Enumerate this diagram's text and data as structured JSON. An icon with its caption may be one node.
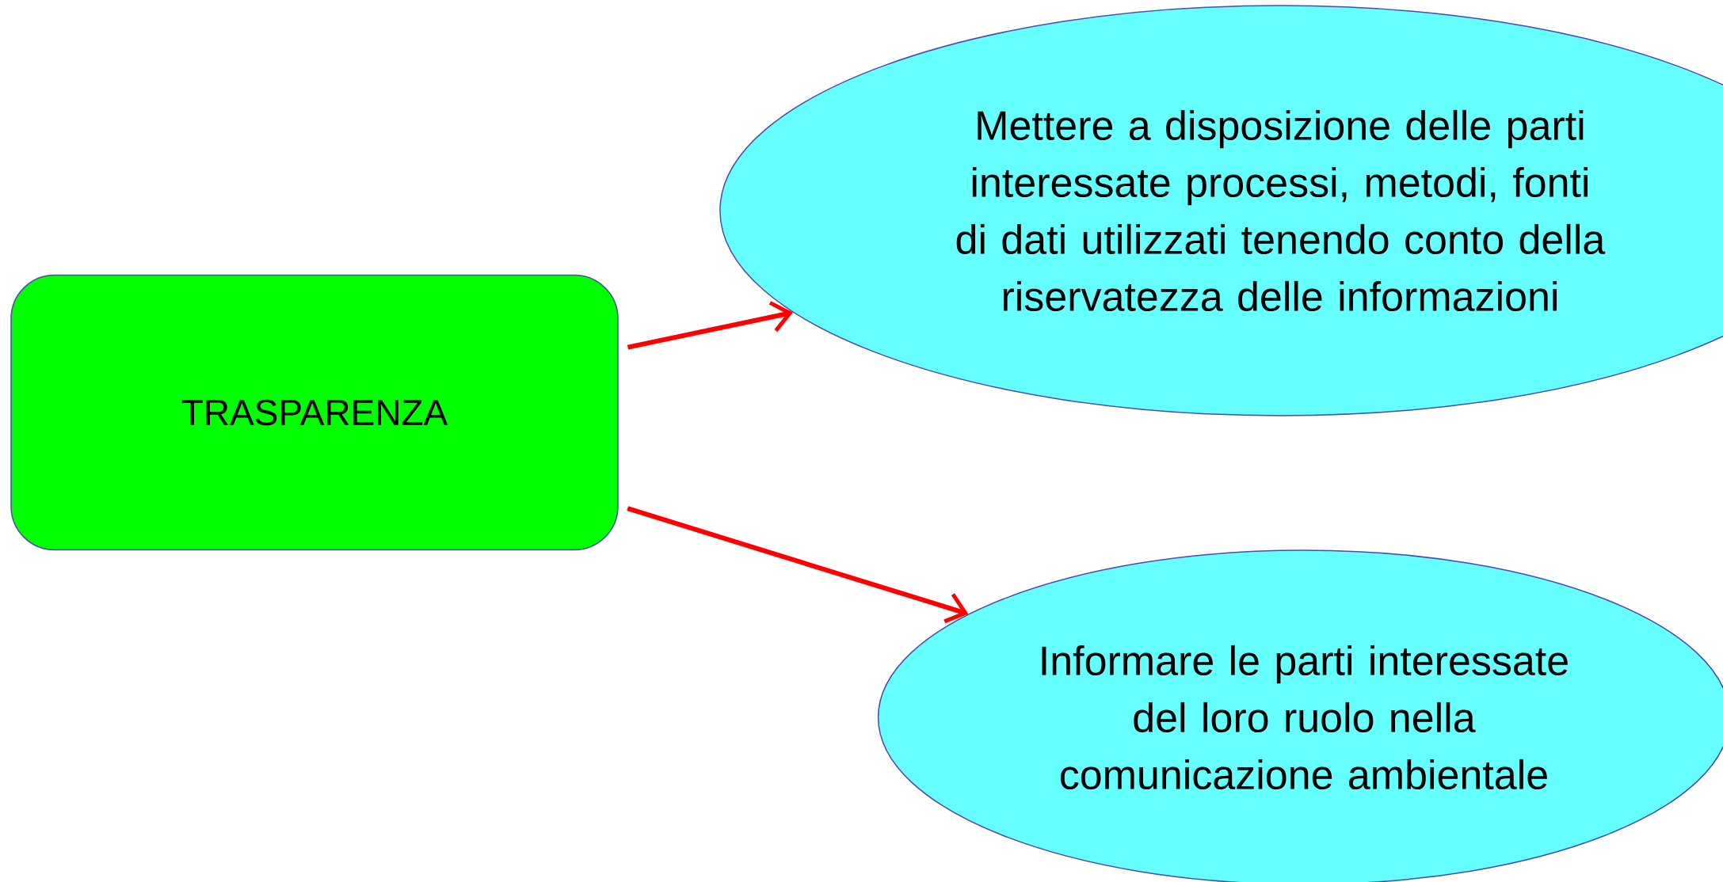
{
  "diagram": {
    "nodes": [
      {
        "text": [
          "TRASPARENZA"
        ]
      },
      {
        "text": [
          "Mettere a disposizione delle parti interessate processi, metodi, fonti di dati utilizzati tenendo conto della riservatezza delle informazioni"
        ]
      },
      {
        "text": [
          "Informare le parti interessate del loro ruolo nella comunicazione ambientale"
        ]
      }
    ],
    "edges": [
      {
        "from": 0,
        "to": 1,
        "arrow": "to"
      },
      {
        "from": 0,
        "to": 2,
        "arrow": "to"
      }
    ]
  }
}
